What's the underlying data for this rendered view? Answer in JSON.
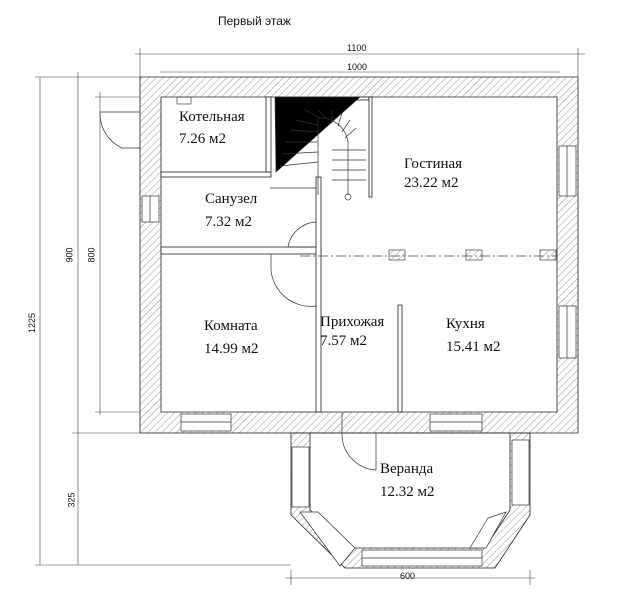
{
  "title": "Первый этаж",
  "dimensions": {
    "top_outer": "1100",
    "top_inner": "1000",
    "left_900": "900",
    "left_800": "800",
    "left_1225": "1225",
    "left_325": "325",
    "bottom_600": "600"
  },
  "rooms": [
    {
      "name": "Котельная",
      "area": "7.26 м2"
    },
    {
      "name": "Санузел",
      "area": "7.32 м2"
    },
    {
      "name": "Гостиная",
      "area": "23.22 м2"
    },
    {
      "name": "Комната",
      "area": "14.99 м2"
    },
    {
      "name": "Прихожая",
      "area": "7.57 м2"
    },
    {
      "name": "Кухня",
      "area": "15.41 м2"
    },
    {
      "name": "Веранда",
      "area": "12.32 м2"
    }
  ]
}
